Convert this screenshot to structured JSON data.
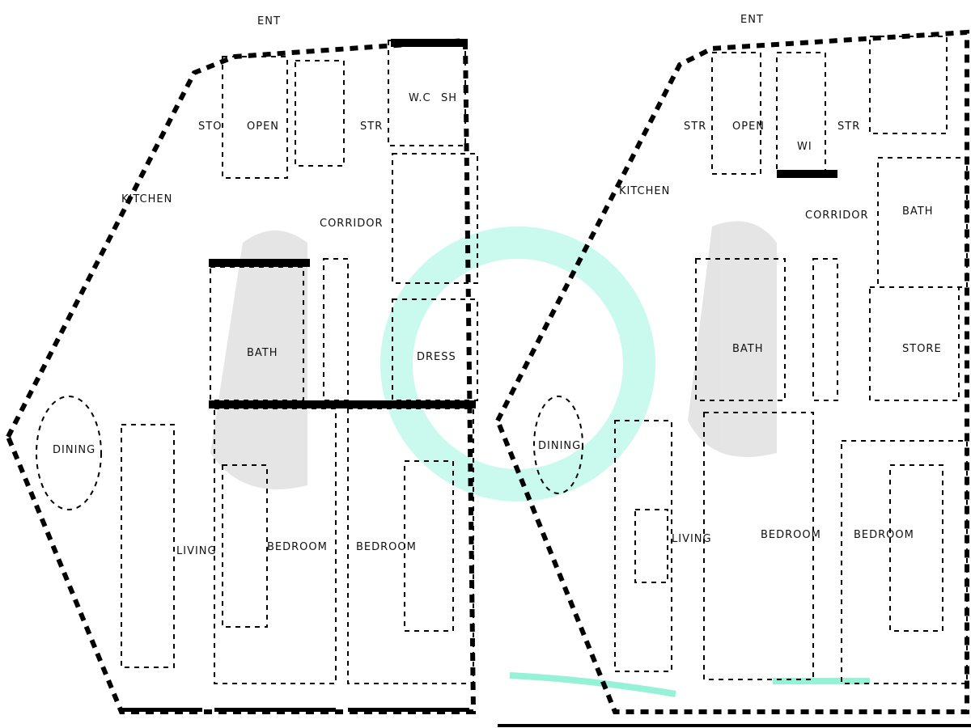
{
  "plan": {
    "left": {
      "entrance": "ENT",
      "rooms": [
        "STO",
        "OPEN",
        "STR",
        "W.C",
        "SH",
        "KITCHEN",
        "CORRIDOR",
        "BATH",
        "DRESS",
        "DINING",
        "LIVING",
        "BEDROOM",
        "BEDROOM"
      ]
    },
    "right": {
      "entrance": "ENT",
      "rooms": [
        "STR",
        "OPEN",
        "STR",
        "WI",
        "KITCHEN",
        "CORRIDOR",
        "BATH",
        "BATH",
        "STORE",
        "DINING",
        "LIVING",
        "BEDROOM",
        "BEDROOM"
      ]
    }
  },
  "colors": {
    "line": "#000000",
    "watermark_cyan": "#5ef0c8",
    "watermark_gray": "#cfcfcf"
  }
}
